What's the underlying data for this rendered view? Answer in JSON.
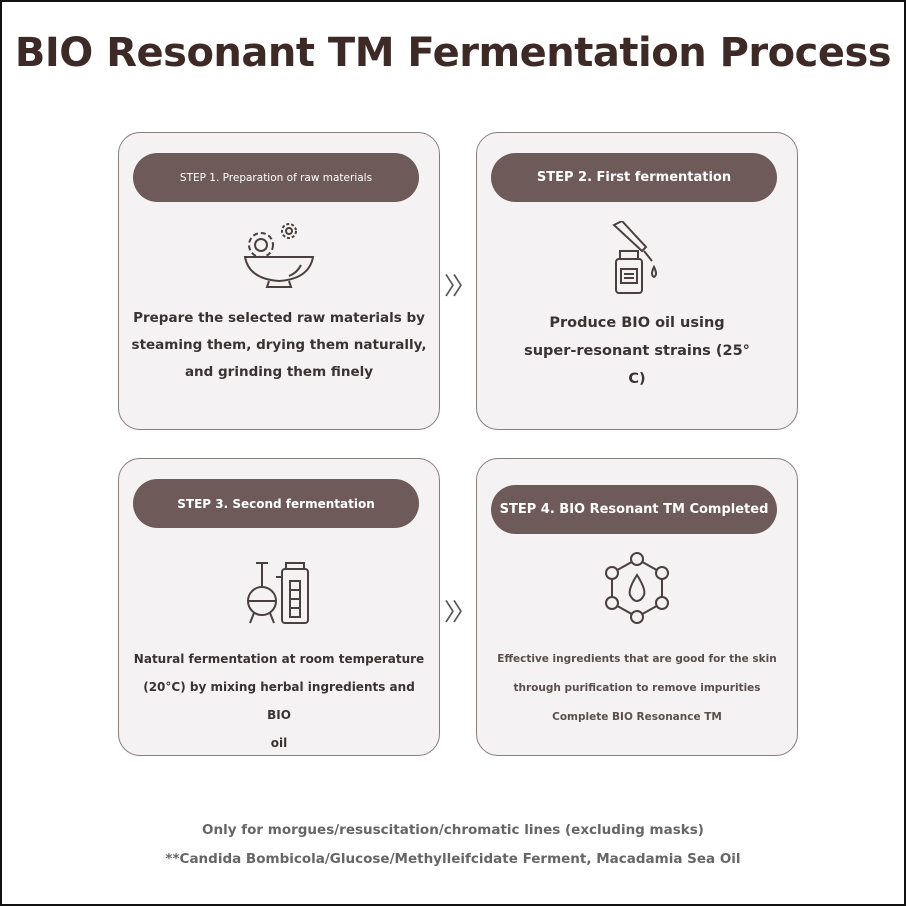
{
  "title": "BIO Resonant TM Fermentation Process",
  "steps": [
    {
      "label": "STEP 1. Preparation of raw materials",
      "icon": "bowl-flowers-icon",
      "lines": [
        "Prepare the selected raw materials by",
        "steaming them, drying them naturally,",
        "and grinding them finely"
      ]
    },
    {
      "label": "STEP 2. First fermentation",
      "icon": "dropper-bottle-icon",
      "lines": [
        "Produce BIO oil using",
        "super-resonant strains (25°",
        "C)"
      ]
    },
    {
      "label": "STEP 3. Second fermentation",
      "icon": "fermentation-flask-icon",
      "lines": [
        "Natural fermentation at room temperature",
        "(20°C) by mixing herbal ingredients and BIO",
        "oil"
      ]
    },
    {
      "label": "STEP 4. BIO Resonant TM Completed",
      "icon": "molecule-drop-icon",
      "lines": [
        "Effective ingredients that are good for the skin",
        "through purification to remove impurities",
        "Complete BIO Resonance TM"
      ]
    }
  ],
  "arrow": "〉〉",
  "footer": [
    "Only for morgues/resuscitation/chromatic lines (excluding masks)",
    "**Candida Bombicola/Glucose/Methylleifcidate Ferment, Macadamia Sea Oil"
  ],
  "colors": {
    "pill": "#6e5a58",
    "title": "#3d2a26"
  }
}
